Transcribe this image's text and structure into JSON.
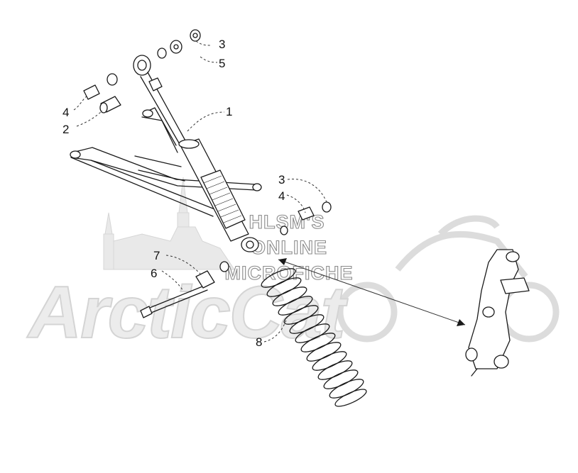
{
  "watermark": {
    "brand": "ArcticCat",
    "site_lines": [
      "HLSM'S",
      "ONLINE",
      "MICROFICHE"
    ]
  },
  "callouts": [
    {
      "id": "c3-top",
      "label": "3"
    },
    {
      "id": "c5",
      "label": "5"
    },
    {
      "id": "c4-left",
      "label": "4"
    },
    {
      "id": "c2",
      "label": "2"
    },
    {
      "id": "c1",
      "label": "1"
    },
    {
      "id": "c3-mid",
      "label": "3"
    },
    {
      "id": "c4-mid",
      "label": "4"
    },
    {
      "id": "c7",
      "label": "7"
    },
    {
      "id": "c6",
      "label": "6"
    },
    {
      "id": "c8",
      "label": "8"
    }
  ]
}
